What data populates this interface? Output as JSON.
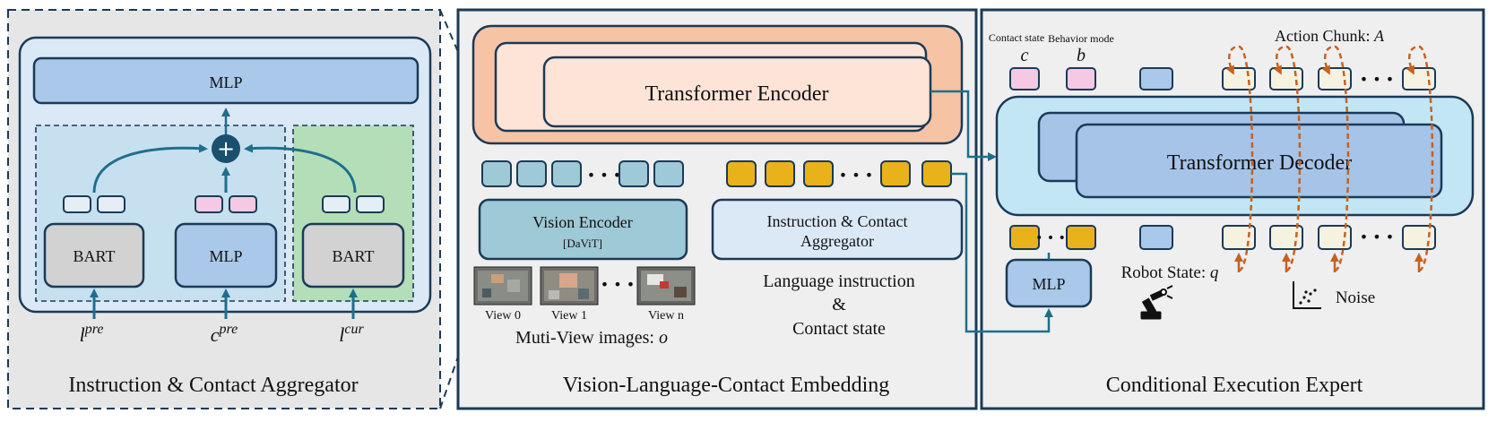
{
  "left_panel": {
    "title": "Instruction & Contact Aggregator",
    "mlp_top_label": "MLP",
    "plus_symbol": "+",
    "bart_left_label": "BART",
    "mlp_mid_label": "MLP",
    "bart_right_label": "BART",
    "input_left": {
      "base": "l",
      "sup": "pre"
    },
    "input_mid": {
      "base": "c",
      "sup": "pre"
    },
    "input_right": {
      "base": "l",
      "sup": "cur"
    }
  },
  "middle_panel": {
    "title": "Vision-Language-Contact Embedding",
    "encoder_label": "Transformer Encoder",
    "vision_encoder_label": "Vision Encoder",
    "vision_encoder_sub": "[DaViT]",
    "aggregator_label_line1": "Instruction & Contact",
    "aggregator_label_line2": "Aggregator",
    "ellipsis": "• • •",
    "view_labels": [
      "View 0",
      "View 1",
      "View n"
    ],
    "images_caption": "Muti-View images: ",
    "images_symbol": "o",
    "lang_line1": "Language  instruction",
    "lang_line2": "&",
    "lang_line3": "Contact state"
  },
  "right_panel": {
    "title": "Conditional Execution Expert",
    "decoder_label": "Transformer Decoder",
    "contact_state_label": "Contact state",
    "contact_state_symbol": "c",
    "behavior_mode_label": "Behavior mode",
    "behavior_mode_symbol": "b",
    "action_chunk_label": "Action Chunk: ",
    "action_chunk_symbol": "A",
    "ellipsis": "• • •",
    "mlp_label": "MLP",
    "robot_state_label": "Robot State: ",
    "robot_state_symbol": "q",
    "noise_label": "Noise",
    "robot_arm_icon": "robot-arm-icon",
    "noise_icon": "scatter-plot-icon"
  },
  "colors": {
    "navy": "#1b3a57",
    "teal_arrow": "#1f6e8c",
    "light_blue_panel": "#dbe9f7",
    "mlp_blue": "#a9c8ea",
    "inner_blue": "#c6e0f0",
    "green": "#b4deb8",
    "bart_gray": "#d2d2d2",
    "pink": "#f5c9e4",
    "token_white": "#e5edf5",
    "token_teal": "#9ec9d6",
    "token_gold": "#e9b21b",
    "token_cream": "#f5f2e2",
    "peach_outer": "#f6c3a4",
    "peach_inner": "#fde4d7",
    "decoder_outer": "#c3e6f5",
    "decoder_inner": "#a5c4e8",
    "orange_dash": "#c8601e"
  }
}
